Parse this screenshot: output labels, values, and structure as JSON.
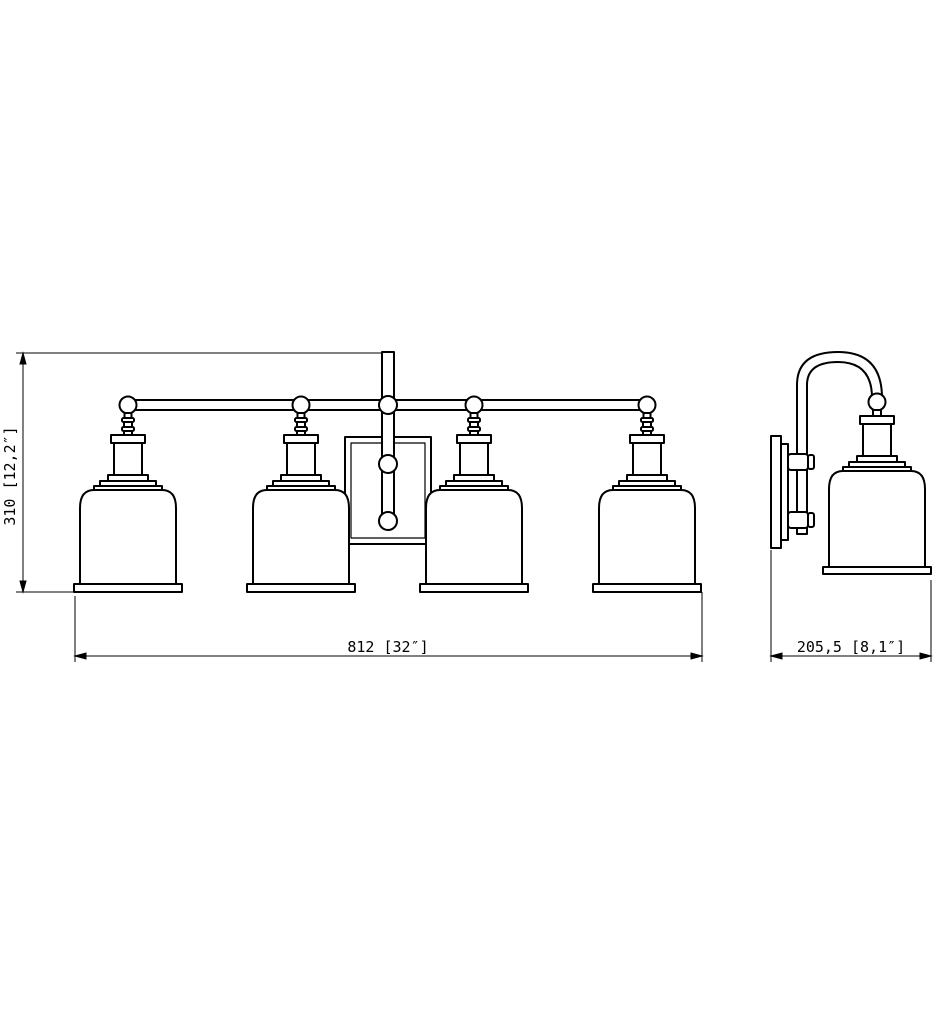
{
  "dimensions": {
    "height_label": "310 [12,2″]",
    "width_label": "812 [32″]",
    "depth_label": "205,5 [8,1″]"
  },
  "colors": {
    "stroke": "#000000",
    "background": "#ffffff"
  }
}
